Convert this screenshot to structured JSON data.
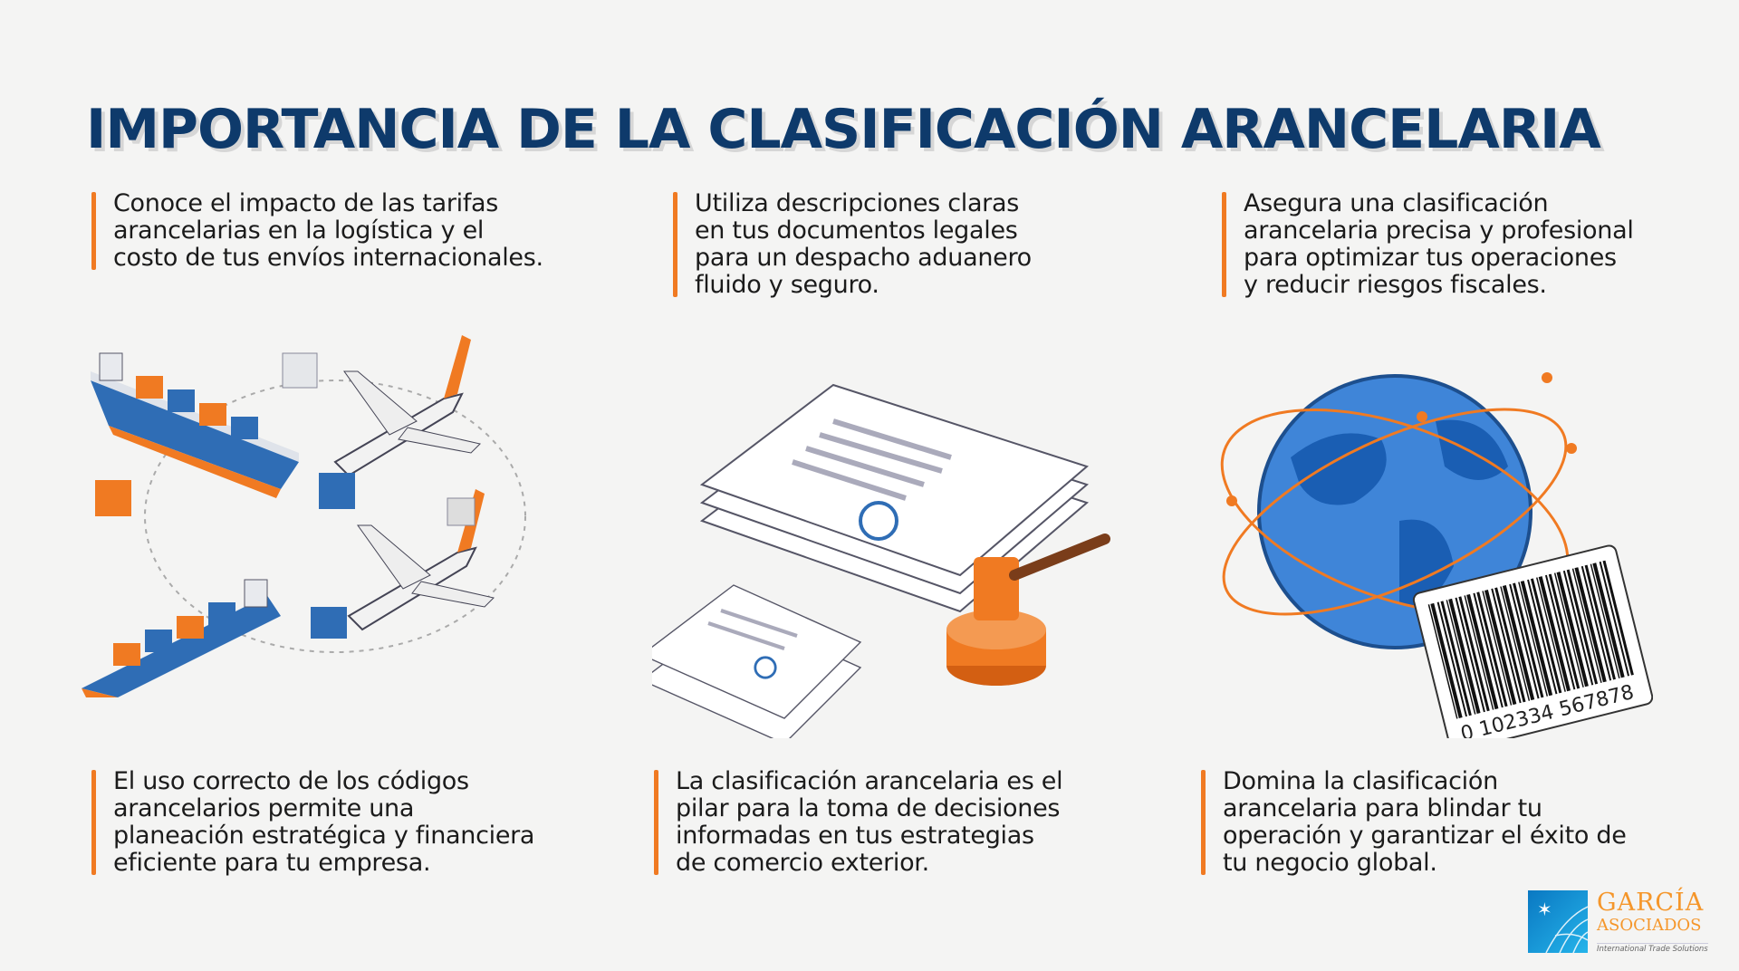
{
  "title": "IMPORTANCIA DE LA CLASIFICACIÓN ARANCELARIA",
  "blocks": {
    "top_left": "Conoce el impacto de las tarifas\narancelarias en la logística y el\ncosto de tus envíos internacionales.",
    "top_center": "Utiliza descripciones claras\nen tus documentos legales\npara un despacho aduanero\nfluido y seguro.",
    "top_right": "Asegura una clasificación\narancelaria precisa y profesional\npara optimizar tus operaciones\ny reducir riesgos fiscales.",
    "bottom_left": "El uso correcto de los códigos\narancelarios permite una\nplaneación estratégica y financiera\neficiente para tu empresa.",
    "bottom_center": "La clasificación arancelaria es el\npilar para la toma de decisiones\ninformadas en tus estrategias\nde comercio exterior.",
    "bottom_right": "Domina la clasificación\narancelaria para blindar tu\noperación y garantizar el éxito de\ntu negocio global."
  },
  "barcode_number": "0 102334 567878",
  "logo": {
    "name_line1": "GARCÍA",
    "name_line2": "ASOCIADOS",
    "tagline": "International Trade Solutions"
  },
  "colors": {
    "title": "#0e3a6b",
    "accent": "#f07a22",
    "blue": "#2f6db5"
  }
}
